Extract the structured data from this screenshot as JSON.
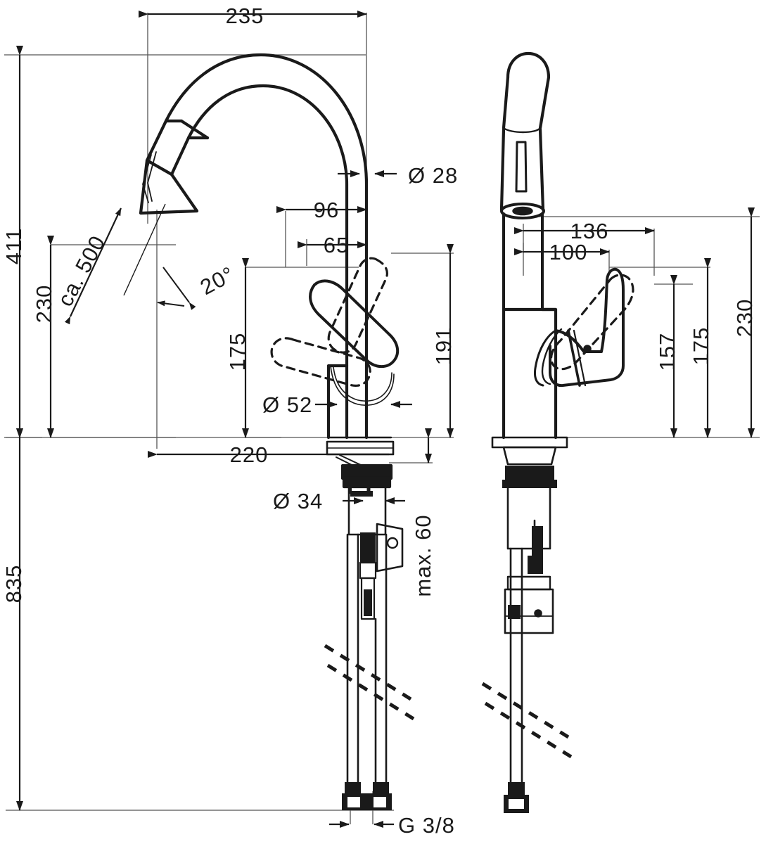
{
  "drawing": {
    "type": "technical-dimension-drawing",
    "subject": "kitchen-mixer-tap-with-pull-out-spray",
    "views": [
      "front-view",
      "side-view"
    ],
    "units": "mm"
  },
  "dimensions": {
    "overall_width_spout": "235",
    "overall_height_from_counter": "411",
    "spout_height_counter_to_outlet": "230",
    "hose_pull_out_length": "ca. 500",
    "spray_head_angle": "20°",
    "spout_diameter": "Ø 28",
    "handle_clearance_front": "96",
    "handle_reach_front": "65",
    "handle_height_front": "175",
    "spout_column_height": "191",
    "base_diameter": "Ø 52",
    "spout_reach_to_base": "220",
    "shank_diameter": "Ø 34",
    "counter_thickness_max": "max. 60",
    "total_height_with_hoses": "835",
    "supply_thread": "G 3/8",
    "handle_reach_side": "136",
    "handle_length_side": "100",
    "handle_height_side_low": "157",
    "handle_height_side_mid": "175",
    "spout_height_side": "230"
  },
  "labels": {
    "d235": "235",
    "d411": "411",
    "d230_left": "230",
    "dca500": "ca. 500",
    "d20deg": "20°",
    "dia28": "Ø 28",
    "d96": "96",
    "d65": "65",
    "d175_left": "175",
    "d191": "191",
    "dia52": "Ø 52",
    "d220": "220",
    "dia34": "Ø 34",
    "dmax60": "max. 60",
    "d835": "835",
    "dg38": "G 3/8",
    "d136": "136",
    "d100": "100",
    "d157": "157",
    "d175_right": "175",
    "d230_right": "230"
  },
  "colors": {
    "line": "#1a1a1a",
    "thin_line": "#555555",
    "background": "#ffffff"
  }
}
